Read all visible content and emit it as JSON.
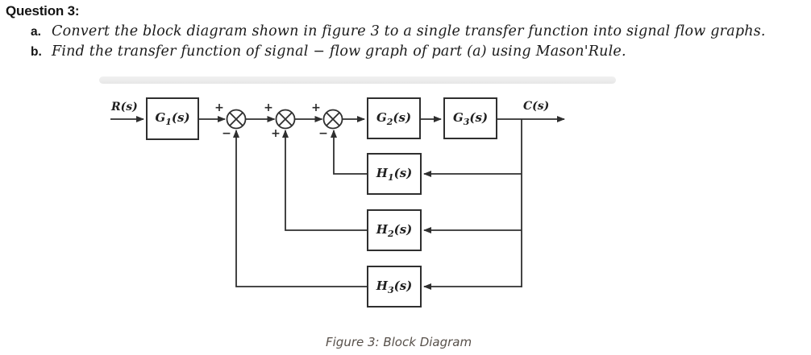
{
  "question": {
    "title": "Question 3:",
    "parts": [
      {
        "marker": "a.",
        "text": "Convert the block diagram shown in figure 3 to a single transfer function into signal flow graphs."
      },
      {
        "marker": "b.",
        "text": "Find the transfer function of signal − flow graph of part (a) using Mason'Rule."
      }
    ]
  },
  "figure": {
    "caption": "Figure 3: Block Diagram",
    "input_label": "R(s)",
    "output_label": "C(s)",
    "forward_blocks": [
      {
        "base": "G",
        "sub": "1",
        "suffix": "(s)"
      },
      {
        "base": "G",
        "sub": "2",
        "suffix": "(s)"
      },
      {
        "base": "G",
        "sub": "3",
        "suffix": "(s)"
      }
    ],
    "feedback_blocks": [
      {
        "base": "H",
        "sub": "1",
        "suffix": "(s)"
      },
      {
        "base": "H",
        "sub": "2",
        "suffix": "(s)"
      },
      {
        "base": "H",
        "sub": "3",
        "suffix": "(s)"
      }
    ],
    "summing_junctions": [
      {
        "top_sign": "+",
        "bottom_sign": "−"
      },
      {
        "top_sign": "+",
        "bottom_sign": "+"
      },
      {
        "top_sign": "+",
        "bottom_sign": "−"
      }
    ],
    "colors": {
      "ink": "#2f2f2f",
      "caption_text": "#57504a"
    }
  }
}
